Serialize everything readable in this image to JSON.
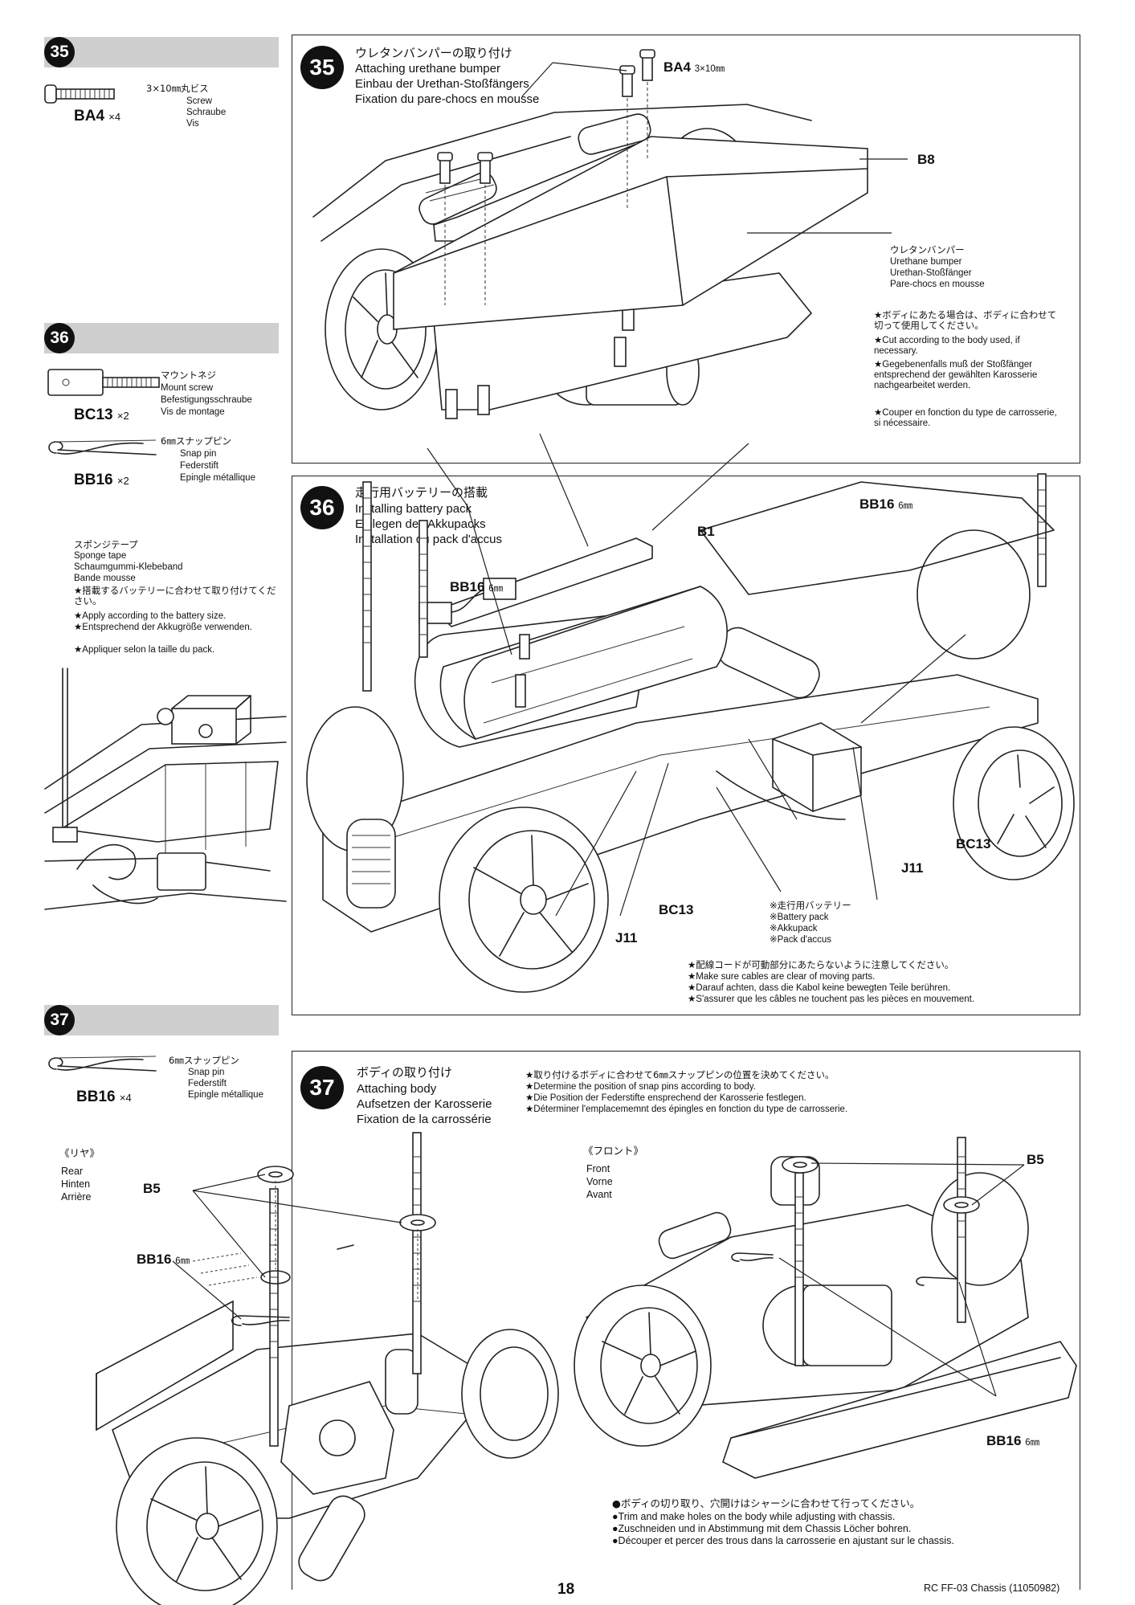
{
  "sidebar": {
    "s35": {
      "num": "35",
      "part_code": "BA4",
      "part_qty": "×4",
      "part_size_ja": "3×10㎜丸ビス",
      "part_names": [
        "Screw",
        "Schraube",
        "Vis"
      ]
    },
    "s36": {
      "num": "36",
      "part1_code": "BC13",
      "part1_qty": "×2",
      "part1_names": [
        "マウントネジ",
        "Mount screw",
        "Befestigungsschraube",
        "Vis de montage"
      ],
      "part2_code": "BB16",
      "part2_qty": "×2",
      "part2_names": [
        "6㎜スナップピン",
        "Snap pin",
        "Federstift",
        "Epingle métallique"
      ],
      "sponge_names": [
        "スポンジテープ",
        "Sponge tape",
        "Schaumgummi-Klebeband",
        "Bande mousse"
      ],
      "sponge_notes": [
        "★搭載するバッテリーに合わせて取り付けてください。",
        "★Apply according to the battery size.",
        "★Entsprechend der Akkugröße verwenden.",
        "★Appliquer selon la taille du pack."
      ]
    },
    "s37": {
      "num": "37",
      "part_code": "BB16",
      "part_qty": "×4",
      "part_names": [
        "6㎜スナップピン",
        "Snap pin",
        "Federstift",
        "Epingle métallique"
      ]
    }
  },
  "step35": {
    "num": "35",
    "titles": [
      "ウレタンバンパーの取り付け",
      "Attaching urethane bumper",
      "Einbau der Urethan-Stoßfängers",
      "Fixation du pare-chocs en mousse"
    ],
    "ba4_label": "BA4",
    "ba4_size": "3×10㎜",
    "b8_label": "B8",
    "bumper_names": [
      "ウレタンバンパー",
      "Urethane bumper",
      "Urethan-Stoßfänger",
      "Pare-chocs en mousse"
    ],
    "notes": [
      "★ボディにあたる場合は、ボディに合わせて切って使用してください。",
      "★Cut according to the body used, if necessary.",
      "★Gegebenenfalls muß der Stoßfänger entsprechend der gewählten Karosserie nachgearbeitet werden.",
      "★Couper en fonction du type de carrosserie, si nécessaire."
    ]
  },
  "step36": {
    "num": "36",
    "titles": [
      "走行用バッテリーの搭載",
      "Installing battery pack",
      "Einlegen des Akkupacks",
      "Installation du pack d'accus"
    ],
    "labels": {
      "b1": "B1",
      "bb16_right": "BB16",
      "bb16_right_size": "6㎜",
      "bb16_left": "BB16",
      "bb16_left_size": "6㎜",
      "bc13_right": "BC13",
      "j11_right": "J11",
      "bc13_bottom": "BC13",
      "j11_bottom": "J11"
    },
    "battery_names": [
      "※走行用バッテリー",
      "※Battery pack",
      "※Akkupack",
      "※Pack d'accus"
    ],
    "notes": [
      "★配線コードが可動部分にあたらないように注意してください。",
      "★Make sure cables are clear of moving parts.",
      "★Darauf achten, dass die Kabol keine bewegten Teile berühren.",
      "★S'assurer que les câbles ne touchent pas les pièces en mouvement."
    ]
  },
  "step37": {
    "num": "37",
    "titles": [
      "ボディの取り付け",
      "Attaching body",
      "Aufsetzen der Karosserie",
      "Fixation de la carrossérie"
    ],
    "notes": [
      "★取り付けるボディに合わせて6㎜スナップピンの位置を決めてください。",
      "★Determine the position of snap pins according to body.",
      "★Die Position der Federstifte ensprechend der Karosserie festlegen.",
      "★Déterminer l'emplacememnt des épingles en fonction du type de carrosserie."
    ],
    "rear_names": [
      "《リヤ》",
      "Rear",
      "Hinten",
      "Arrière"
    ],
    "front_names": [
      "《フロント》",
      "Front",
      "Vorne",
      "Avant"
    ],
    "labels": {
      "b5_left": "B5",
      "bb16_left": "BB16",
      "bb16_left_size": "6㎜",
      "b5_right": "B5",
      "bb16_right": "BB16",
      "bb16_right_size": "6㎜"
    },
    "trim_notes": [
      "●ボディの切り取り、穴開けはシャーシに合わせて行ってください。",
      "●Trim and make holes on the body while adjusting with chassis.",
      "●Zuschneiden und in Abstimmung mit dem Chassis Löcher bohren.",
      "●Découper et percer des trous dans la carrosserie en ajustant sur le chassis."
    ]
  },
  "footer": {
    "page_number": "18",
    "model": "RC FF-03 Chassis (11050982)"
  }
}
